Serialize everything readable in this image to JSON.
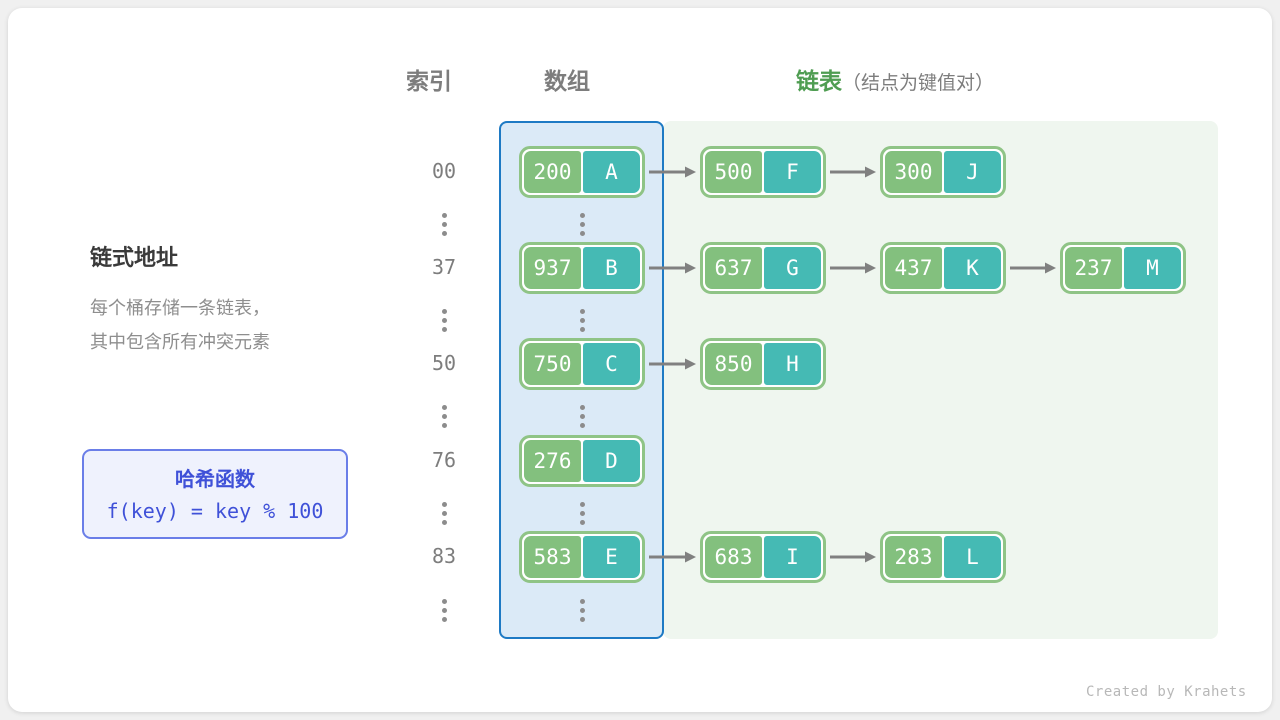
{
  "headers": {
    "index": "索引",
    "array": "数组",
    "list_accent": "链表",
    "list_sub": "（结点为键值对）"
  },
  "description": {
    "title": "链式地址",
    "line1": "每个桶存储一条链表，",
    "line2": "其中包含所有冲突元素"
  },
  "hash_function": {
    "title": "哈希函数",
    "formula": "f(key) = key % 100"
  },
  "colors": {
    "key_fill": "#83c07e",
    "value_fill": "#45bab4",
    "node_border": "#8fc486",
    "array_panel_fill": "#dbeaf7",
    "array_panel_border": "#1e7ac4",
    "list_panel_fill": "#eff6ef",
    "accent_green": "#4f9d52",
    "accent_blue": "#3f51d8",
    "arrow": "#808080"
  },
  "ellipsis_glyph": "vertical-ellipsis",
  "buckets": [
    {
      "index": "00",
      "nodes": [
        {
          "key": "200",
          "value": "A"
        },
        {
          "key": "500",
          "value": "F"
        },
        {
          "key": "300",
          "value": "J"
        }
      ]
    },
    {
      "index": "37",
      "nodes": [
        {
          "key": "937",
          "value": "B"
        },
        {
          "key": "637",
          "value": "G"
        },
        {
          "key": "437",
          "value": "K"
        },
        {
          "key": "237",
          "value": "M"
        }
      ]
    },
    {
      "index": "50",
      "nodes": [
        {
          "key": "750",
          "value": "C"
        },
        {
          "key": "850",
          "value": "H"
        }
      ]
    },
    {
      "index": "76",
      "nodes": [
        {
          "key": "276",
          "value": "D"
        }
      ]
    },
    {
      "index": "83",
      "nodes": [
        {
          "key": "583",
          "value": "E"
        },
        {
          "key": "683",
          "value": "I"
        },
        {
          "key": "283",
          "value": "L"
        }
      ]
    }
  ],
  "footer": "Created by Krahets"
}
